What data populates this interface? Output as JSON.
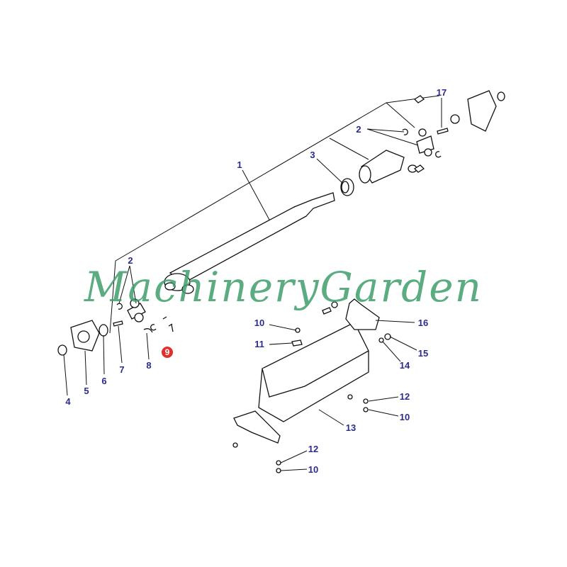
{
  "diagram": {
    "title": "Propeller shaft exploded parts diagram",
    "watermark": "MachineryGarden",
    "label_color": "#2b2b8c",
    "highlight_color": "#e0302c",
    "callouts": [
      {
        "id": "c1",
        "text": "1"
      },
      {
        "id": "c2a",
        "text": "2"
      },
      {
        "id": "c2b",
        "text": "2"
      },
      {
        "id": "c3",
        "text": "3"
      },
      {
        "id": "c4",
        "text": "4"
      },
      {
        "id": "c5",
        "text": "5"
      },
      {
        "id": "c6",
        "text": "6"
      },
      {
        "id": "c7",
        "text": "7"
      },
      {
        "id": "c8",
        "text": "8"
      },
      {
        "id": "c9",
        "text": "9",
        "highlighted": true
      },
      {
        "id": "c10a",
        "text": "10"
      },
      {
        "id": "c11",
        "text": "11"
      },
      {
        "id": "c12a",
        "text": "12"
      },
      {
        "id": "c10b",
        "text": "10"
      },
      {
        "id": "c13",
        "text": "13"
      },
      {
        "id": "c12b",
        "text": "12"
      },
      {
        "id": "c10c",
        "text": "10"
      },
      {
        "id": "c14",
        "text": "14"
      },
      {
        "id": "c15",
        "text": "15"
      },
      {
        "id": "c16",
        "text": "16"
      },
      {
        "id": "c17",
        "text": "17"
      }
    ]
  }
}
